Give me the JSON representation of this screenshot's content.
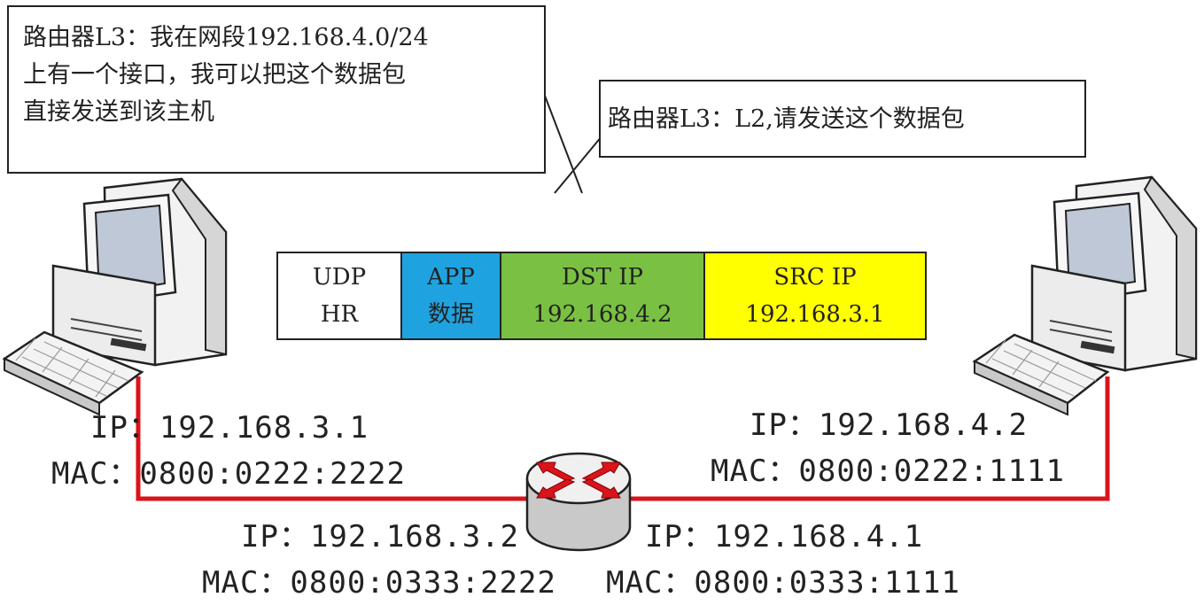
{
  "callouts": {
    "left": "路由器L3：我在网段192.168.4.0/24\n上有一个接口，我可以把这个数据包\n直接发送到该主机",
    "right": "路由器L3：L2,请发送这个数据包"
  },
  "packet": {
    "udp": {
      "line1": "UDP",
      "line2": "HR"
    },
    "app": {
      "line1": "APP",
      "line2": "数据"
    },
    "dst": {
      "line1": "DST IP",
      "line2": "192.168.4.2"
    },
    "src": {
      "line1": "SRC IP",
      "line2": "192.168.3.1"
    }
  },
  "hosts": {
    "left": {
      "ip": "IP：192.168.3.1",
      "mac": "MAC：0800:0222:2222"
    },
    "right": {
      "ip": "IP：192.168.4.2",
      "mac": "MAC：0800:0222:1111"
    }
  },
  "router": {
    "left_if": {
      "ip": "IP：192.168.3.2",
      "mac": "MAC：0800:0333:2222"
    },
    "right_if": {
      "ip": "IP：192.168.4.1",
      "mac": "MAC：0800:0333:1111"
    }
  },
  "colors": {
    "link": "#d9141b",
    "udp": "#ffffff",
    "app": "#1fa3e0",
    "dst": "#7ac143",
    "src": "#ffff00",
    "router_arrow": "#d9141b"
  }
}
